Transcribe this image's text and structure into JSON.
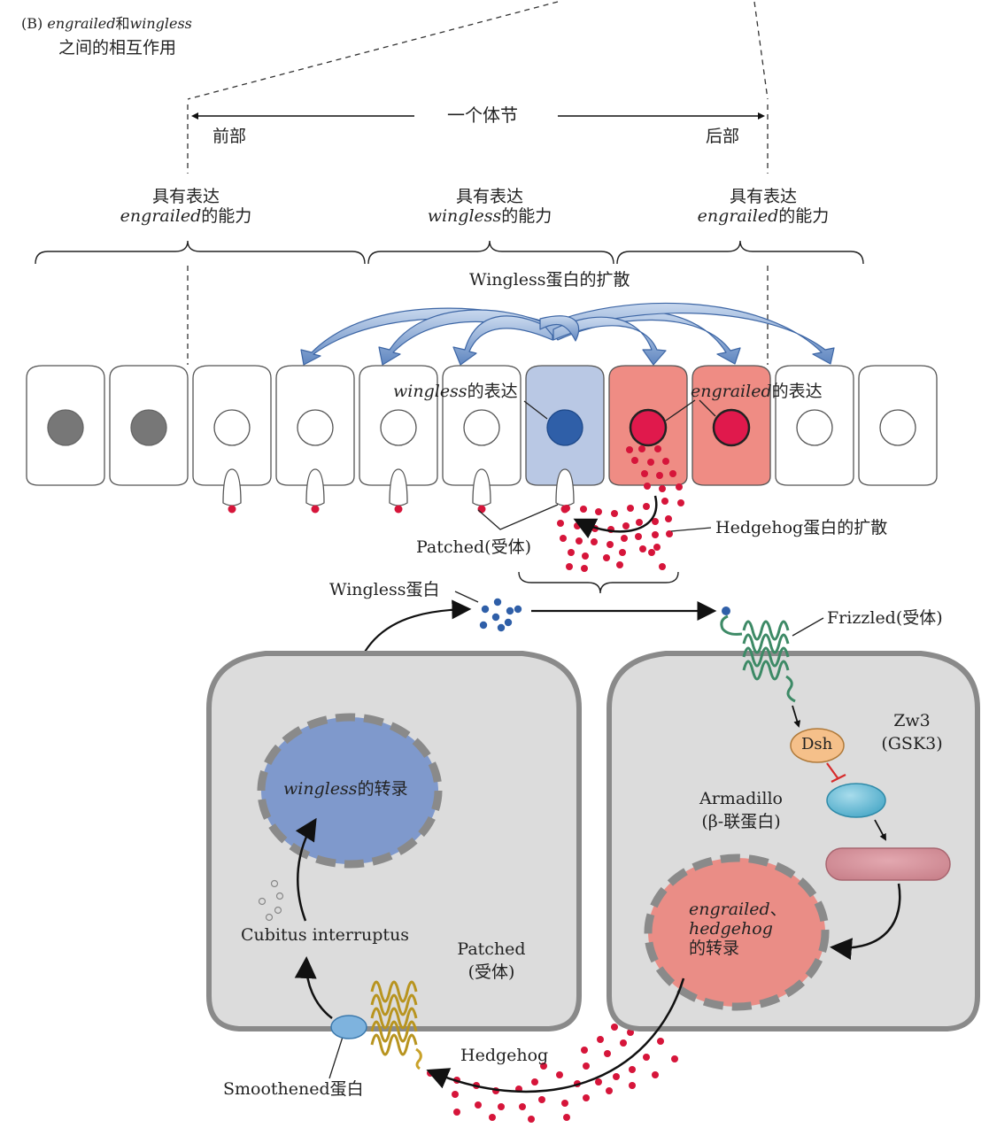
{
  "panel": {
    "letter": "(B)",
    "title_italic_a": "engrailed",
    "title_mid": "和",
    "title_italic_b": "wingless",
    "title_line2": "之间的相互作用"
  },
  "segment": {
    "label": "一个体节",
    "anterior": "前部",
    "posterior": "后部"
  },
  "competence": [
    {
      "line1": "具有表达",
      "gene": "engrailed",
      "suffix": "的能力"
    },
    {
      "line1": "具有表达",
      "gene": "wingless",
      "suffix": "的能力"
    },
    {
      "line1": "具有表达",
      "gene": "engrailed",
      "suffix": "的能力"
    }
  ],
  "wingless_diffusion": "Wingless蛋白的扩散",
  "expr_wingless": {
    "gene": "wingless",
    "suffix": "的表达"
  },
  "expr_engrailed": {
    "gene": "engrailed",
    "suffix": "的表达"
  },
  "hedgehog_diffusion": "Hedgehog蛋白的扩散",
  "patched_top": "Patched(受体)",
  "wingless_protein": "Wingless蛋白",
  "frizzled": "Frizzled(受体)",
  "dsh": "Dsh",
  "zw3_line1": "Zw3",
  "zw3_line2": "(GSK3)",
  "armadillo_line1": "Armadillo",
  "armadillo_line2": "(β-联蛋白)",
  "wingless_transcription": {
    "gene": "wingless",
    "suffix": "的转录"
  },
  "engrailed_transcription": {
    "gene_a": "engrailed",
    "sep": "、",
    "gene_b": "hedgehog",
    "suffix": "的转录"
  },
  "cubitus": "Cubitus interruptus",
  "patched_bottom_line1": "Patched",
  "patched_bottom_line2": "(受体)",
  "smoothened": "Smoothened蛋白",
  "hedgehog": "Hedgehog",
  "colors": {
    "arrow_blue": "#8fb0d8",
    "wingless_cell": "#b9c8e4",
    "engrailed_cell": "#ef8c84",
    "nucleus_blue": "#2f5fa8",
    "nucleus_red": "#e0194c",
    "dot_red": "#d6153a",
    "cell_grey": "#d9d9d9",
    "nucleus_grey": "#777777"
  }
}
